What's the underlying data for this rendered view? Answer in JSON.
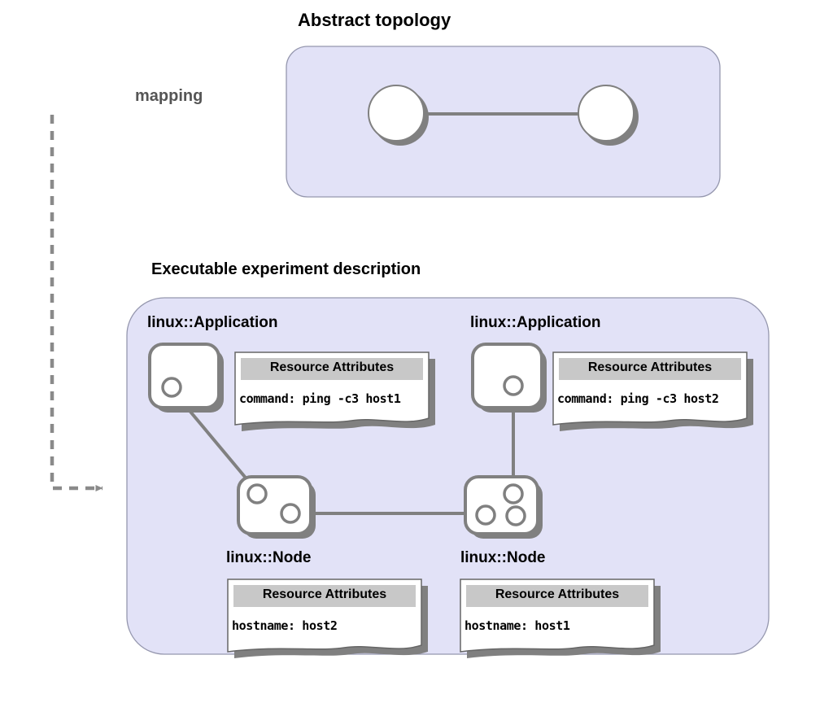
{
  "diagram": {
    "type": "block-diagram",
    "background": "#ffffff",
    "panel_fill": "#E2E2F7",
    "panel_stroke": "#9090A8",
    "shadow_color": "#808080",
    "element_stroke": "#808080",
    "element_fill": "#FFFFFF",
    "note_header_fill": "#C8C8C8",
    "note_fill": "#FFFFFF",
    "link_color": "#808080",
    "mapping_color": "#999999"
  },
  "titles": {
    "abstract": "Abstract topology",
    "executable": "Executable experiment description"
  },
  "mapping": {
    "label": "mapping"
  },
  "abstract_topology": {
    "nodes": [
      {
        "id": "abs-node-left",
        "label": ""
      },
      {
        "id": "abs-node-right",
        "label": ""
      }
    ],
    "links": [
      {
        "from": "abs-node-left",
        "to": "abs-node-right"
      }
    ]
  },
  "executable": {
    "resources": [
      {
        "id": "app-left",
        "kind_label": "linux::Application",
        "note": {
          "header": "Resource Attributes",
          "attribute": "command: ping -c3 host1"
        }
      },
      {
        "id": "app-right",
        "kind_label": "linux::Application",
        "note": {
          "header": "Resource Attributes",
          "attribute": "command: ping -c3 host2"
        }
      },
      {
        "id": "node-left",
        "kind_label": "linux::Node",
        "note": {
          "header": "Resource Attributes",
          "attribute": "hostname: host2"
        }
      },
      {
        "id": "node-right",
        "kind_label": "linux::Node",
        "note": {
          "header": "Resource Attributes",
          "attribute": "hostname: host1"
        }
      }
    ],
    "links": [
      {
        "from": "app-left",
        "to": "node-left"
      },
      {
        "from": "app-right",
        "to": "node-right"
      },
      {
        "from": "node-left",
        "to": "node-right"
      }
    ]
  }
}
